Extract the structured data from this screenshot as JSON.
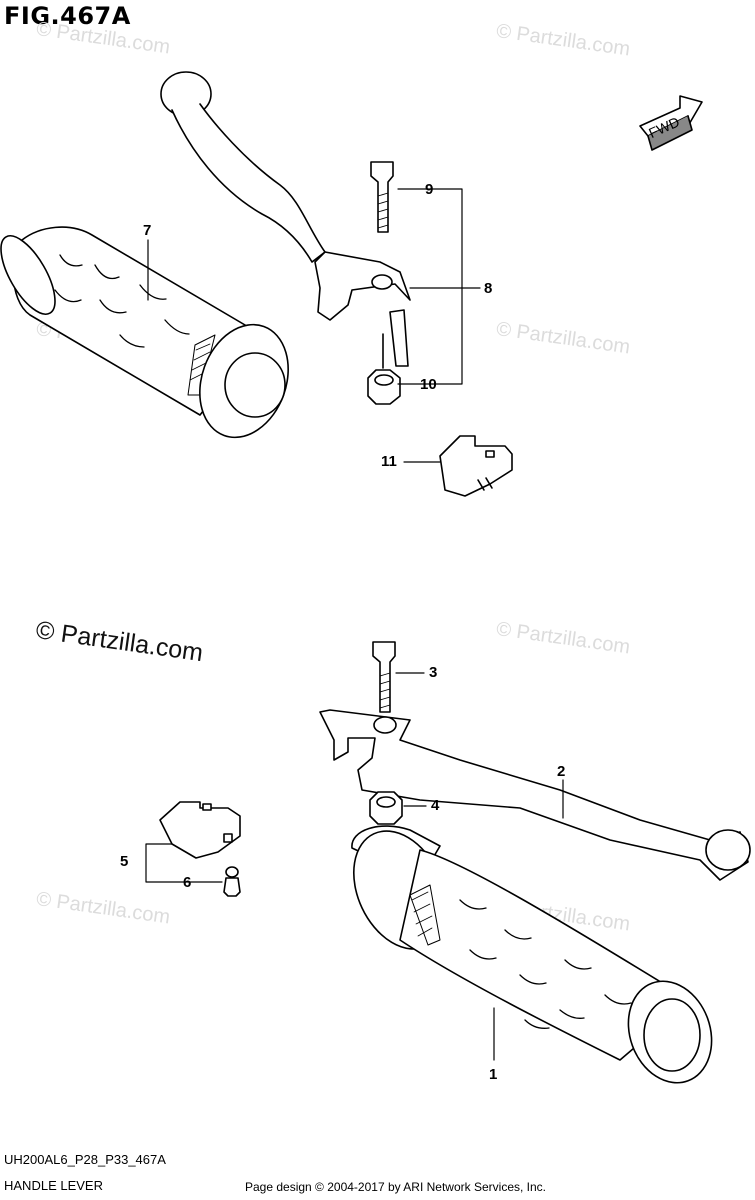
{
  "figure": {
    "title": "FIG.467A"
  },
  "watermarks": {
    "faint": "© Partzilla.com",
    "main": "© Partzilla.com"
  },
  "fwd_label": "FWD",
  "callouts": [
    "1",
    "2",
    "3",
    "4",
    "5",
    "6",
    "7",
    "8",
    "9",
    "10",
    "11"
  ],
  "footer": {
    "code": "UH200AL6_P28_P33_467A",
    "name": "HANDLE LEVER",
    "credit": "Page design © 2004-2017 by ARI Network Services, Inc."
  }
}
